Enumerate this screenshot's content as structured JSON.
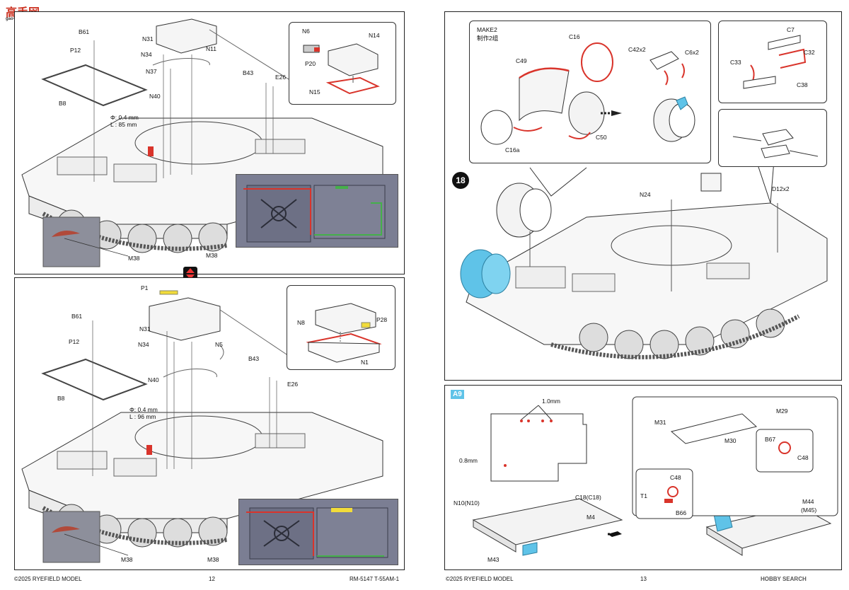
{
  "header_logo": {
    "text": "高手网",
    "sub": "gao-shou.com"
  },
  "left_page": {
    "top_panel": {
      "labels": {
        "b61": "B61",
        "p12": "P12",
        "n31": "N31",
        "n34": "N34",
        "n11": "N11",
        "n37": "N37",
        "n40": "N40",
        "b8": "B8",
        "b43": "B43",
        "e26": "E26",
        "dia": "Φ: 0.4 mm",
        "len": "L : 85 mm",
        "m38a": "M38",
        "m38b": "M38"
      },
      "callout": {
        "n6": "N6",
        "n14": "N14",
        "p20": "P20",
        "n15": "N15"
      }
    },
    "bottom_panel": {
      "labels": {
        "p1": "P1",
        "b61": "B61",
        "n31": "N31",
        "p12": "P12",
        "n34": "N34",
        "n5": "N5",
        "b43": "B43",
        "e26": "E26",
        "n40": "N40",
        "b8": "B8",
        "dia": "Φ: 0.4 mm",
        "len": "L : 96 mm",
        "m38a": "M38",
        "m38b": "M38"
      },
      "callout": {
        "n8": "N8",
        "p28": "P28",
        "n1": "N1"
      }
    },
    "footer": {
      "copyright": "©2025 RYEFIELD MODEL",
      "page": "12",
      "code": "RM-5147 T-55AM-1"
    }
  },
  "right_page": {
    "step18": {
      "step_number": "18",
      "callout_main": {
        "make": "MAKE2",
        "make_cn": "制作2组",
        "c16": "C16",
        "c49": "C49",
        "c42": "C42x2",
        "c6": "C6x2",
        "c16a": "C16a",
        "c50": "C50"
      },
      "callout_tr": {
        "c7": "C7",
        "c33": "C33",
        "c32": "C32",
        "c38": "C38"
      },
      "labels": {
        "n24": "N24",
        "d12": "D12x2"
      }
    },
    "a9": {
      "badge": "A9",
      "labels": {
        "mm10": "1.0mm",
        "mm08": "0.8mm",
        "n10": "N10(N10)",
        "c18": "C18(C18)",
        "m4": "M4",
        "m43": "M43",
        "m31": "M31",
        "m30": "M30",
        "m29": "M29",
        "b67": "B67",
        "c48a": "C48",
        "c48b": "C48",
        "t1": "T1",
        "b66": "B66",
        "m44": "M44",
        "m45": "(M45)"
      }
    },
    "footer": {
      "copyright": "©2025 RYEFIELD MODEL",
      "page": "13",
      "watermark": "HOBBY SEARCH"
    }
  },
  "colors": {
    "photo_bg": "#7b7e93",
    "accent_red": "#d9342b",
    "accent_green": "#45b04a",
    "accent_blue": "#5fc3e8",
    "yellow": "#f2dc3a"
  }
}
